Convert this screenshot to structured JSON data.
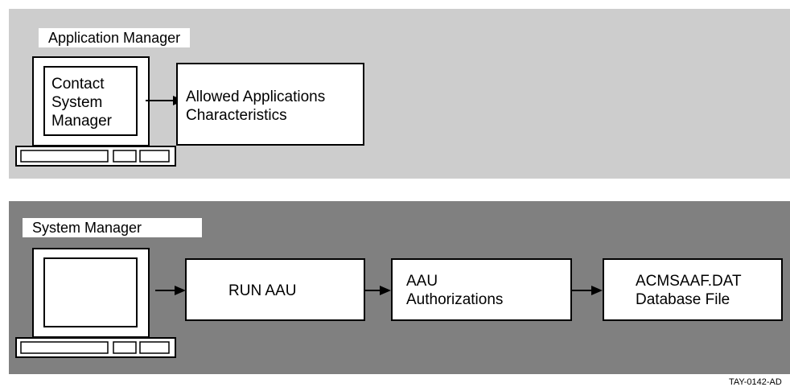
{
  "top_panel": {
    "label": "Application Manager",
    "computer_screen_text": [
      "Contact",
      "System",
      "Manager"
    ],
    "box": [
      "Allowed Applications",
      "Characteristics"
    ]
  },
  "bottom_panel": {
    "label": "System Manager",
    "boxes": [
      {
        "lines": [
          "RUN AAU"
        ]
      },
      {
        "lines": [
          "AAU",
          "Authorizations"
        ]
      },
      {
        "lines": [
          "ACMSAAF.DAT",
          "Database File"
        ]
      }
    ]
  },
  "figure_tag": "TAY-0142-AD",
  "colors": {
    "top_panel_bg": "#cdcdcd",
    "bottom_panel_bg": "#808080"
  }
}
